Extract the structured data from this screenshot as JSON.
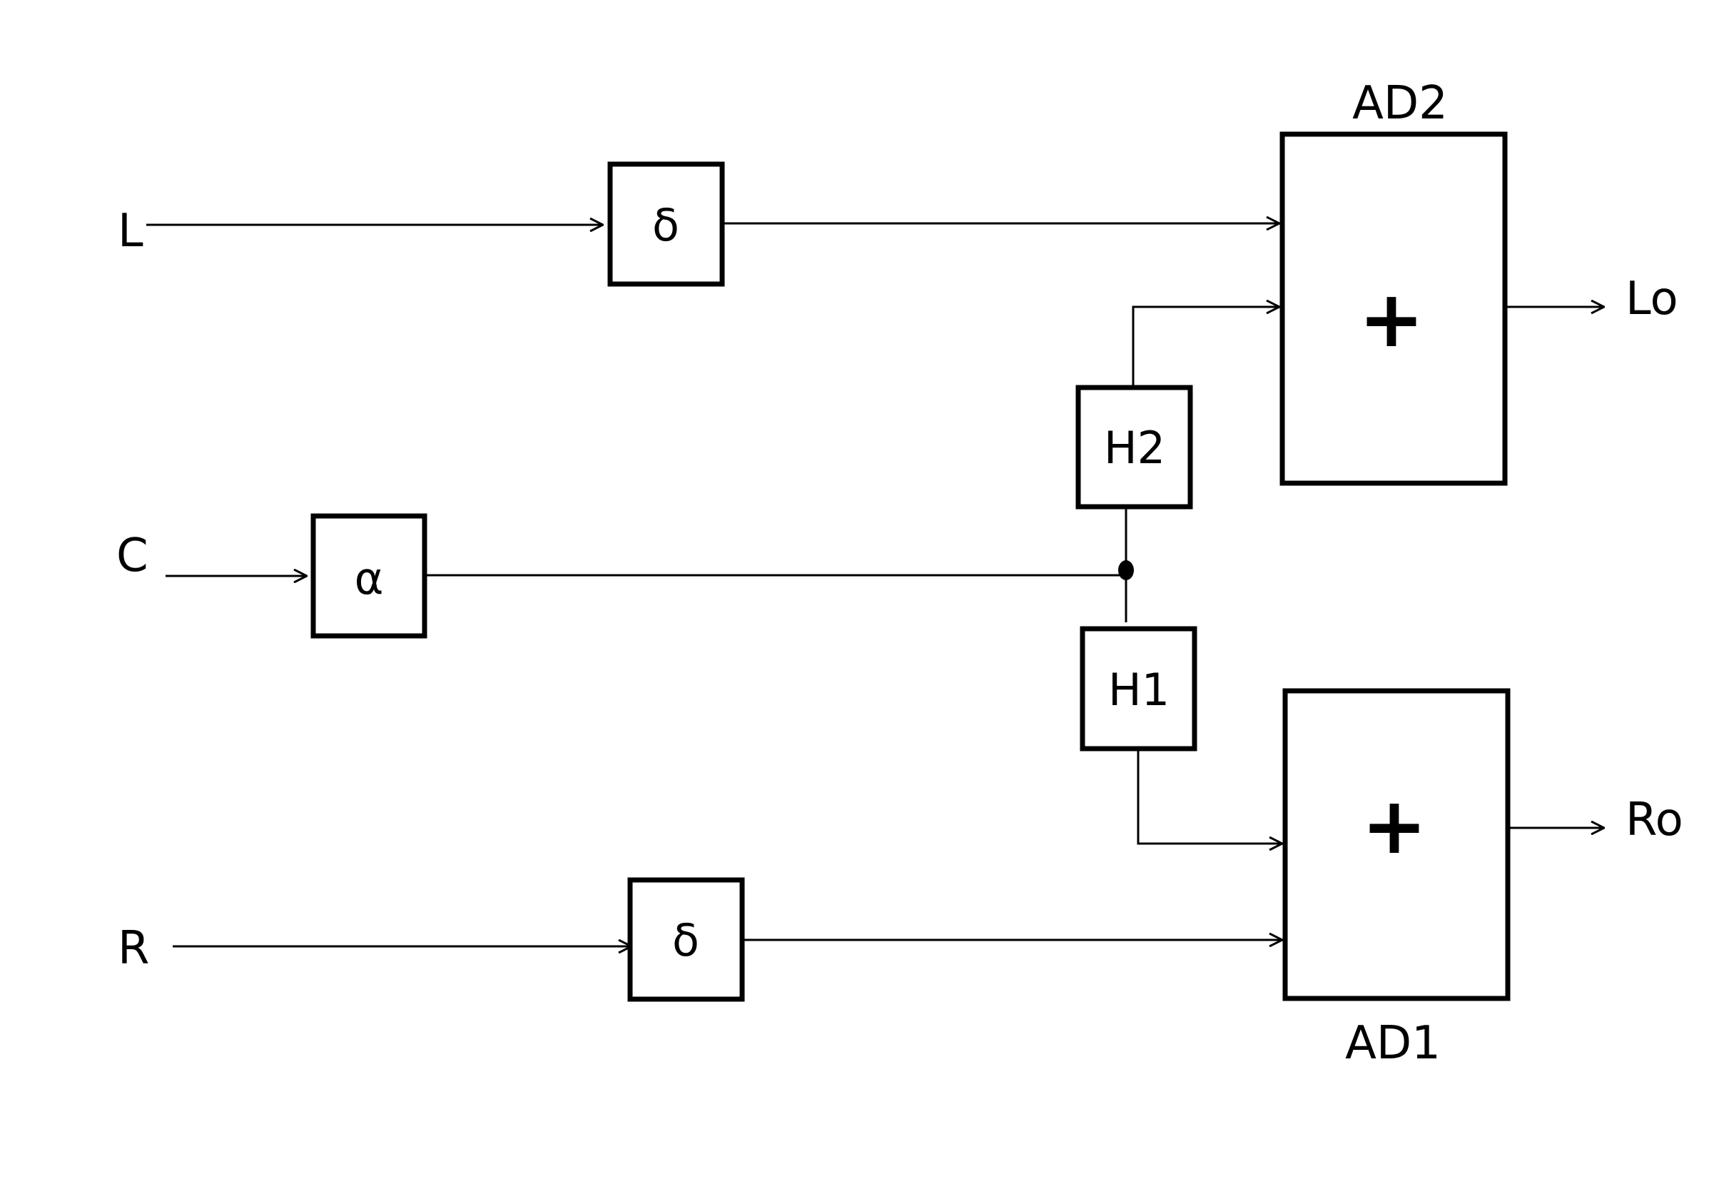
{
  "inputs": {
    "left": "L",
    "center": "C",
    "right": "R"
  },
  "outputs": {
    "left": "Lo",
    "right": "Ro"
  },
  "blocks": {
    "delay_top": "δ",
    "delay_bottom": "δ",
    "gain": "α",
    "filter_h2": "H2",
    "filter_h1": "H1"
  },
  "adders": {
    "top": {
      "name": "AD2",
      "symbol": "+"
    },
    "bottom": {
      "name": "AD1",
      "symbol": "+"
    }
  },
  "colors": {
    "line": "#000000",
    "background": "#ffffff"
  }
}
